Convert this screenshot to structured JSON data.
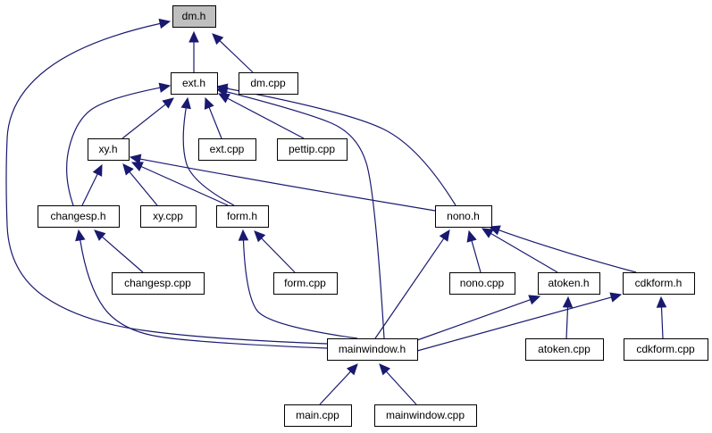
{
  "diagram": {
    "type": "include-dependency-graph",
    "colors": {
      "edge": "#191970",
      "root_fill": "#bfbfbf",
      "node_fill": "#ffffff",
      "node_border": "#000000"
    },
    "nodes": [
      {
        "id": "dm_h",
        "label": "dm.h",
        "root": true
      },
      {
        "id": "ext_h",
        "label": "ext.h"
      },
      {
        "id": "dm_cpp",
        "label": "dm.cpp"
      },
      {
        "id": "xy_h",
        "label": "xy.h"
      },
      {
        "id": "ext_cpp",
        "label": "ext.cpp"
      },
      {
        "id": "pettip_cpp",
        "label": "pettip.cpp"
      },
      {
        "id": "changesp_h",
        "label": "changesp.h"
      },
      {
        "id": "xy_cpp",
        "label": "xy.cpp"
      },
      {
        "id": "form_h",
        "label": "form.h"
      },
      {
        "id": "nono_h",
        "label": "nono.h"
      },
      {
        "id": "changesp_cpp",
        "label": "changesp.cpp"
      },
      {
        "id": "form_cpp",
        "label": "form.cpp"
      },
      {
        "id": "nono_cpp",
        "label": "nono.cpp"
      },
      {
        "id": "atoken_h",
        "label": "atoken.h"
      },
      {
        "id": "cdkform_h",
        "label": "cdkform.h"
      },
      {
        "id": "mainwindow_h",
        "label": "mainwindow.h"
      },
      {
        "id": "atoken_cpp",
        "label": "atoken.cpp"
      },
      {
        "id": "cdkform_cpp",
        "label": "cdkform.cpp"
      },
      {
        "id": "main_cpp",
        "label": "main.cpp"
      },
      {
        "id": "mainwindow_cpp",
        "label": "mainwindow.cpp"
      }
    ],
    "edges": [
      {
        "from": "ext_h",
        "to": "dm_h"
      },
      {
        "from": "dm_cpp",
        "to": "dm_h"
      },
      {
        "from": "mainwindow_h",
        "to": "dm_h"
      },
      {
        "from": "xy_h",
        "to": "ext_h"
      },
      {
        "from": "ext_cpp",
        "to": "ext_h"
      },
      {
        "from": "pettip_cpp",
        "to": "ext_h"
      },
      {
        "from": "changesp_h",
        "to": "ext_h"
      },
      {
        "from": "form_h",
        "to": "ext_h"
      },
      {
        "from": "nono_h",
        "to": "ext_h"
      },
      {
        "from": "mainwindow_h",
        "to": "ext_h"
      },
      {
        "from": "changesp_h",
        "to": "xy_h"
      },
      {
        "from": "xy_cpp",
        "to": "xy_h"
      },
      {
        "from": "form_h",
        "to": "xy_h"
      },
      {
        "from": "nono_h",
        "to": "xy_h"
      },
      {
        "from": "changesp_cpp",
        "to": "changesp_h"
      },
      {
        "from": "mainwindow_h",
        "to": "changesp_h"
      },
      {
        "from": "form_cpp",
        "to": "form_h"
      },
      {
        "from": "mainwindow_h",
        "to": "form_h"
      },
      {
        "from": "nono_cpp",
        "to": "nono_h"
      },
      {
        "from": "atoken_h",
        "to": "nono_h"
      },
      {
        "from": "cdkform_h",
        "to": "nono_h"
      },
      {
        "from": "mainwindow_h",
        "to": "nono_h"
      },
      {
        "from": "atoken_cpp",
        "to": "atoken_h"
      },
      {
        "from": "mainwindow_h",
        "to": "atoken_h"
      },
      {
        "from": "cdkform_cpp",
        "to": "cdkform_h"
      },
      {
        "from": "mainwindow_h",
        "to": "cdkform_h"
      },
      {
        "from": "main_cpp",
        "to": "mainwindow_h"
      },
      {
        "from": "mainwindow_cpp",
        "to": "mainwindow_h"
      }
    ]
  }
}
